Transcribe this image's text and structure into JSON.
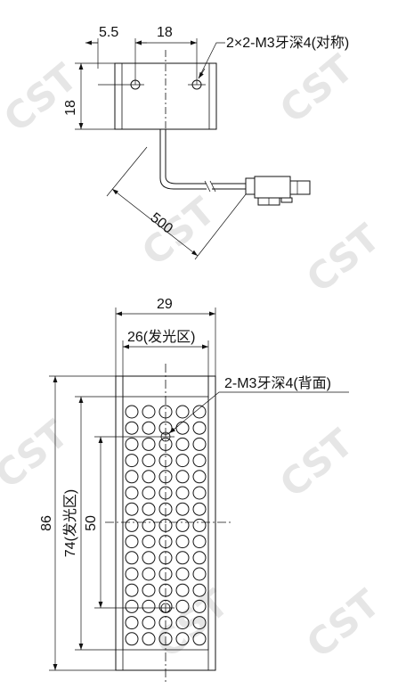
{
  "top_view": {
    "dim_hole_offset": "5.5",
    "dim_hole_spacing": "18",
    "dim_height": "18",
    "thread_callout": "2×2-M3牙深4(对称)",
    "dim_cable": "500"
  },
  "front_view": {
    "dim_width": "29",
    "dim_emit_width": "26(发光区)",
    "thread_callout": "2-M3牙深4(背面)",
    "dim_length": "86",
    "dim_emit_length": "74(发光区)",
    "dim_hole_pitch": "50",
    "led_rows": 15,
    "led_cols": 5
  },
  "watermark": "CST"
}
